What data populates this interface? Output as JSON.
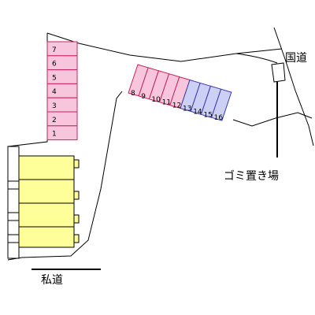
{
  "labels": {
    "national_road": "国道",
    "private_road": "私道",
    "garbage_area": "ゴミ置き場"
  },
  "parking_left": [
    "7",
    "6",
    "5",
    "4",
    "3",
    "2",
    "1"
  ],
  "parking_diagonal": [
    {
      "num": "8",
      "type": "pink"
    },
    {
      "num": "9",
      "type": "pink"
    },
    {
      "num": "10",
      "type": "pink"
    },
    {
      "num": "11",
      "type": "pink"
    },
    {
      "num": "12",
      "type": "pink"
    },
    {
      "num": "13",
      "type": "blue"
    },
    {
      "num": "14",
      "type": "blue"
    },
    {
      "num": "15",
      "type": "blue"
    },
    {
      "num": "16",
      "type": "blue"
    }
  ],
  "colors": {
    "pink_fill": "#f7c6dc",
    "pink_stroke": "#c8245a",
    "blue_fill": "#cdd0f5",
    "blue_stroke": "#3a3ab0",
    "building_fill": "#ffff99",
    "line": "#000000"
  }
}
